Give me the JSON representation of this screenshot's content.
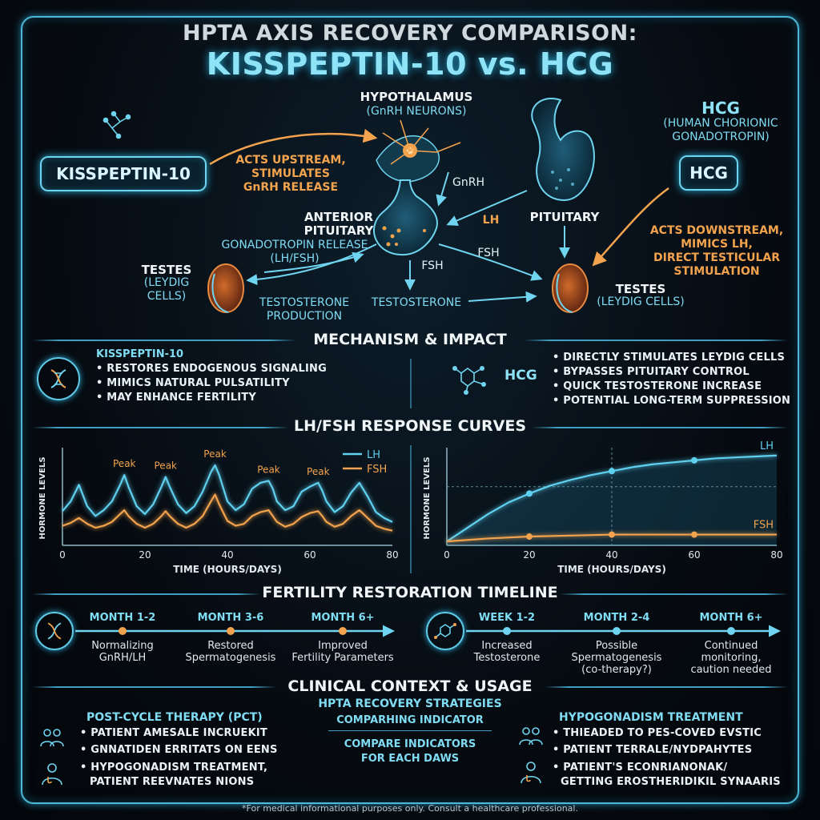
{
  "title": {
    "line1": "HPTA AXIS RECOVERY COMPARISON:",
    "line2": "KISSPEPTIN-10 vs. HCG"
  },
  "diagram": {
    "kisspeptin_box": "KISSPEPTIN-10",
    "hcg_box": "HCG",
    "hcg_full_1": "(HUMAN CHORIONIC",
    "hcg_full_2": "GONADOTROPIN)",
    "hypothalamus": "HYPOTHALAMUS",
    "gnrh_neurons": "(GnRH NEURONS)",
    "kiss_action_1": "ACTS UPSTREAM,",
    "kiss_action_2": "STIMULATES",
    "kiss_action_3": "GnRH RELEASE",
    "gnrh": "GnRH",
    "anterior_pituitary_1": "ANTERIOR",
    "anterior_pituitary_2": "PITUITARY",
    "gonadotropin_release_1": "GONADOTROPIN RELEASE",
    "gonadotropin_release_2": "(LH/FSH)",
    "testes_left_1": "TESTES",
    "testes_left_2": "(LEYDIG",
    "testes_left_3": "CELLS)",
    "testosterone_production_1": "TESTOSTERONE",
    "testosterone_production_2": "PRODUCTION",
    "fsh_mid": "FSH",
    "testosterone_mid": "TESTOSTERONE",
    "lh_mid": "LH",
    "pituitary_right": "PITUITARY",
    "fsh_right": "FSH",
    "hcg_action_1": "ACTS DOWNSTREAM,",
    "hcg_action_2": "MIMICS LH,",
    "hcg_action_3": "DIRECT TESTICULAR",
    "hcg_action_4": "STIMULATION",
    "testes_right_1": "TESTES",
    "testes_right_2": "(LEYDIG CELLS)"
  },
  "mechanism": {
    "title": "MECHANISM & IMPACT",
    "left_heading": "KISSPEPTIN-10",
    "left_items": [
      "• RESTORES ENDOGENOUS SIGNALING",
      "• MIMICS NATURAL PULSATILITY",
      "• MAY ENHANCE FERTILITY"
    ],
    "right_heading": "HCG",
    "right_items": [
      "• DIRECTLY STIMULATES LEYDIG CELLS",
      "• BYPASSES PITUITARY CONTROL",
      "• QUICK TESTOSTERONE INCREASE",
      "• POTENTIAL LONG-TERM SUPPRESSION"
    ]
  },
  "curves_title": "LH/FSH RESPONSE CURVES",
  "chart_data": [
    {
      "type": "line",
      "ylabel": "HORMONE LEVELS",
      "xlabel": "TIME (HOURS/DAYS)",
      "xlim": [
        0,
        80
      ],
      "xticks": [
        "0",
        "20",
        "40",
        "60",
        "80"
      ],
      "ylim": [
        0,
        1
      ],
      "legend": "top-right",
      "annotations": [
        "Peak",
        "Peak",
        "Peak",
        "Peak",
        "Peak"
      ],
      "peak_x": [
        15,
        25,
        37,
        50,
        62
      ],
      "series": [
        {
          "name": "LH",
          "color": "#5fd0ef",
          "x": [
            0,
            2,
            4,
            6,
            8,
            10,
            12,
            14,
            15,
            16,
            18,
            20,
            22,
            24,
            25,
            26,
            28,
            30,
            32,
            34,
            36,
            37,
            38,
            40,
            42,
            44,
            46,
            48,
            50,
            51,
            52,
            54,
            56,
            58,
            60,
            62,
            63,
            64,
            66,
            68,
            70,
            72,
            74,
            76,
            78,
            80
          ],
          "values": [
            0.35,
            0.45,
            0.62,
            0.4,
            0.3,
            0.36,
            0.45,
            0.62,
            0.72,
            0.6,
            0.4,
            0.32,
            0.42,
            0.6,
            0.7,
            0.6,
            0.42,
            0.33,
            0.4,
            0.55,
            0.75,
            0.82,
            0.72,
            0.45,
            0.36,
            0.42,
            0.58,
            0.64,
            0.66,
            0.58,
            0.45,
            0.36,
            0.4,
            0.55,
            0.6,
            0.64,
            0.56,
            0.45,
            0.34,
            0.4,
            0.54,
            0.64,
            0.5,
            0.34,
            0.28,
            0.24
          ]
        },
        {
          "name": "FSH",
          "color": "#f3a34d",
          "x": [
            0,
            2,
            4,
            6,
            8,
            10,
            12,
            14,
            15,
            16,
            18,
            20,
            22,
            24,
            25,
            26,
            28,
            30,
            32,
            34,
            36,
            37,
            38,
            40,
            42,
            44,
            46,
            48,
            50,
            51,
            52,
            54,
            56,
            58,
            60,
            62,
            63,
            64,
            66,
            68,
            70,
            72,
            74,
            76,
            78,
            80
          ],
          "values": [
            0.2,
            0.23,
            0.28,
            0.22,
            0.18,
            0.2,
            0.24,
            0.32,
            0.36,
            0.3,
            0.22,
            0.18,
            0.22,
            0.3,
            0.35,
            0.3,
            0.22,
            0.18,
            0.22,
            0.3,
            0.45,
            0.52,
            0.42,
            0.25,
            0.2,
            0.22,
            0.3,
            0.34,
            0.36,
            0.3,
            0.24,
            0.19,
            0.22,
            0.29,
            0.33,
            0.35,
            0.3,
            0.24,
            0.19,
            0.22,
            0.3,
            0.36,
            0.28,
            0.2,
            0.17,
            0.15
          ]
        }
      ]
    },
    {
      "type": "line",
      "ylabel": "HORMONE LEVELS",
      "xlabel": "TIME (HOURS/DAYS)",
      "xlim": [
        0,
        80
      ],
      "xticks": [
        "0",
        "20",
        "40",
        "60",
        "80"
      ],
      "ylim": [
        0,
        1
      ],
      "series": [
        {
          "name": "LH",
          "color": "#5fd0ef",
          "x": [
            0,
            5,
            10,
            15,
            20,
            25,
            30,
            35,
            40,
            45,
            50,
            55,
            60,
            65,
            70,
            75,
            80
          ],
          "values": [
            0.04,
            0.18,
            0.32,
            0.44,
            0.53,
            0.61,
            0.67,
            0.72,
            0.76,
            0.8,
            0.83,
            0.85,
            0.87,
            0.89,
            0.9,
            0.91,
            0.92
          ],
          "markers_x": [
            20,
            40,
            60
          ]
        },
        {
          "name": "FSH",
          "color": "#f3a34d",
          "x": [
            0,
            10,
            20,
            30,
            40,
            50,
            60,
            70,
            80
          ],
          "values": [
            0.04,
            0.07,
            0.09,
            0.1,
            0.11,
            0.11,
            0.11,
            0.11,
            0.11
          ],
          "markers_x": [
            20,
            40,
            60
          ]
        }
      ]
    }
  ],
  "timeline": {
    "title": "FERTILITY RESTORATION TIMELINE",
    "left": [
      {
        "head": "MONTH 1-2",
        "text": [
          "Normalizing",
          "GnRH/LH"
        ]
      },
      {
        "head": "MONTH 3-6",
        "text": [
          "Restored",
          "Spermatogenesis"
        ]
      },
      {
        "head": "MONTH 6+",
        "text": [
          "Improved",
          "Fertility Parameters"
        ]
      }
    ],
    "right": [
      {
        "head": "WEEK 1-2",
        "text": [
          "Increased",
          "Testosterone"
        ]
      },
      {
        "head": "MONTH 2-4",
        "text": [
          "Possible",
          "Spermatogenesis",
          "(co-therapy?)"
        ]
      },
      {
        "head": "MONTH 6+",
        "text": [
          "Continued",
          "monitoring,",
          "caution needed"
        ]
      }
    ]
  },
  "clinical": {
    "title": "CLINICAL CONTEXT & USAGE",
    "left_heading": "POST-CYCLE THERAPY (PCT)",
    "left_items": [
      "• PATIENT AMESALE INCRUEKIT",
      "• GNNATIDEN ERRITATS ON EENS",
      "• HYPOGONADISM TREATMENT,",
      "PATIENT REEVNATES NIONS"
    ],
    "mid_heading_1": "HPTA RECOVERY STRATEGIES",
    "mid_heading_2": "COMPARHING INDICATOR",
    "mid_sub_1": "COMPARE INDICATORS",
    "mid_sub_2": "FOR EACH DAWS",
    "right_heading": "HYPOGONADISM TREATMENT",
    "right_items": [
      "• THIEADED TO PES-COVED EVSTIC",
      "• PATIENT TERRALE/NYDPAHYTES",
      "• PATIENT'S ECONRIANONAK/",
      "GETTING EROSTHERIDIKIL SYNAARIS"
    ]
  },
  "footer": "*For medical informational purposes only. Consult a healthcare professional."
}
